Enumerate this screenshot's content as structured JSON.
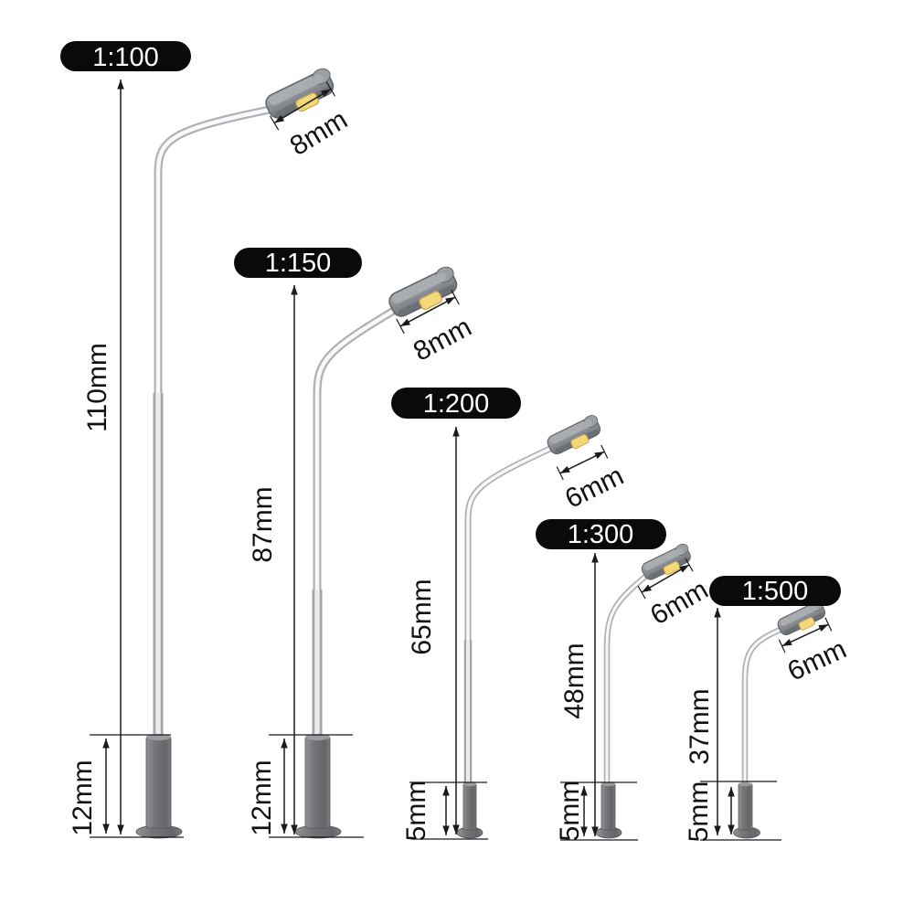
{
  "colors": {
    "background": "#ffffff",
    "badge_bg": "#0a0a0a",
    "badge_text": "#ffffff",
    "dimension_line": "#1a1a1a",
    "label_text": "#111111",
    "led_fill": "#f2d879",
    "led_stroke": "#c8a24e"
  },
  "lamps": [
    {
      "scale_label": "1:100",
      "height_label": "110mm",
      "head_width_label": "8mm",
      "base_height_label": "12mm"
    },
    {
      "scale_label": "1:150",
      "height_label": "87mm",
      "head_width_label": "8mm",
      "base_height_label": "12mm"
    },
    {
      "scale_label": "1:200",
      "height_label": "65mm",
      "head_width_label": "6mm",
      "base_height_label": "5mm"
    },
    {
      "scale_label": "1:300",
      "height_label": "48mm",
      "head_width_label": "6mm",
      "base_height_label": "5mm"
    },
    {
      "scale_label": "1:500",
      "height_label": "37mm",
      "head_width_label": "6mm",
      "base_height_label": "5mm"
    }
  ]
}
